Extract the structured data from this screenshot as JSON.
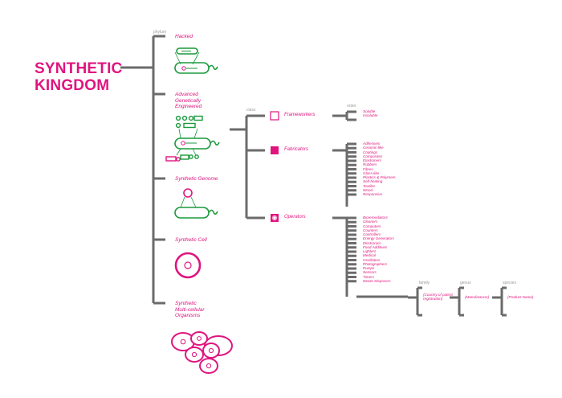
{
  "title": {
    "line1": "SYNTHETIC",
    "line2": "KINGDOM"
  },
  "ranks": {
    "phylum": "phylum",
    "class": "class",
    "order": "order",
    "family": "family",
    "genus": "genus",
    "species": "species"
  },
  "phyla": [
    {
      "label": "Hacked",
      "icon": "hacked-bacterium-icon"
    },
    {
      "label": "Advanced Genetically Engineered",
      "icon": "engineered-bacterium-icon"
    },
    {
      "label": "Synthetic Genome",
      "icon": "synthetic-genome-icon"
    },
    {
      "label": "Synthetic Cell",
      "icon": "synthetic-cell-icon"
    },
    {
      "label": "Synthetic Multi-cellular Organisms",
      "icon": "multicellular-cluster-icon"
    }
  ],
  "classes": [
    {
      "label": "Frameworkers",
      "icon": "outline-square-icon"
    },
    {
      "label": "Fabricators",
      "icon": "filled-square-icon"
    },
    {
      "label": "Operators",
      "icon": "radial-square-icon"
    }
  ],
  "orders": {
    "frameworkers": [
      "Soluble",
      "Insoluble"
    ],
    "fabricators": [
      "Adhesives",
      "Ceramic-like",
      "Coatings",
      "Composites",
      "Elastomers",
      "Rubbers",
      "Fibres",
      "Glass-like",
      "Plastics & Polymers",
      "Self-healing",
      "Textiles",
      "Wood",
      "Responsive"
    ],
    "operators": [
      "Bioremediators",
      "Cleaners",
      "Computers",
      "Counters",
      "Controllers",
      "Energy Generators",
      "Electronics",
      "Food Additives",
      "Lighters",
      "Medical",
      "Oscillators",
      "Photographers",
      "Pumps",
      "Sensors",
      "Timers",
      "Waste Disposers"
    ]
  },
  "taxa": {
    "family": "(Country of patent registration)",
    "genus": "(Manufacturer)",
    "species": "(Product Name)"
  },
  "colors": {
    "accent": "#e0147f",
    "green": "#1a9a3c",
    "line": "#6b6b6b",
    "rank": "#9a9a9a"
  }
}
